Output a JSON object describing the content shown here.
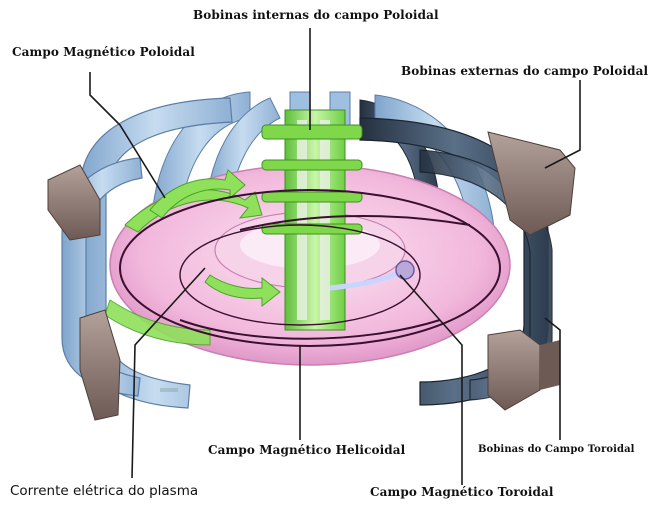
{
  "labels": {
    "bobinas_internas": "Bobinas internas do campo Poloidal",
    "campo_poloidal": "Campo Magnético Poloidal",
    "bobinas_externas": "Bobinas externas do campo Poloidal",
    "campo_helicoidal": "Campo Magnético Helicoidal",
    "bobinas_toroidal": "Bobinas do Campo Toroidal",
    "corrente_plasma": "Corrente elétrica do plasma",
    "campo_toroidal": "Campo Magnético Toroidal"
  },
  "colors": {
    "plasma": "#f2b8dc",
    "plasma_edge": "#d98bc0",
    "coil_light": "#a9c6e4",
    "coil_dark": "#3a4d63",
    "coil_brown": "#8a7570",
    "field_green": "#8fe05a",
    "field_line": "#3a1030",
    "leader": "#1a1a1a"
  }
}
